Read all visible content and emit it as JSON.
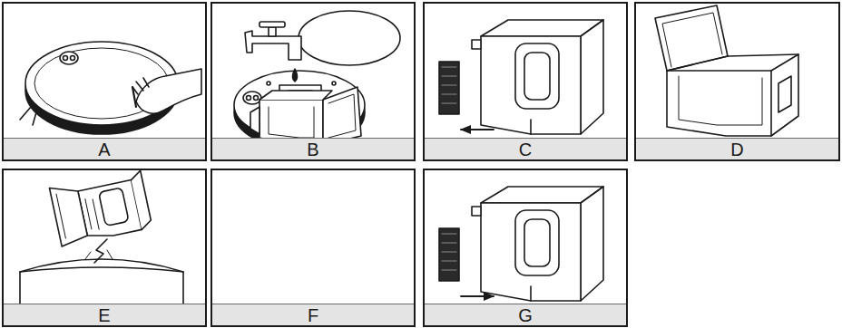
{
  "diagram": {
    "nodes": [
      {
        "text": [
          "A"
        ]
      },
      {
        "text": [
          "B"
        ]
      },
      {
        "text": [
          "C"
        ]
      },
      {
        "text": [
          "D"
        ]
      },
      {
        "text": [
          "E"
        ]
      },
      {
        "text": [
          "F"
        ]
      },
      {
        "text": [
          "G"
        ]
      }
    ]
  }
}
